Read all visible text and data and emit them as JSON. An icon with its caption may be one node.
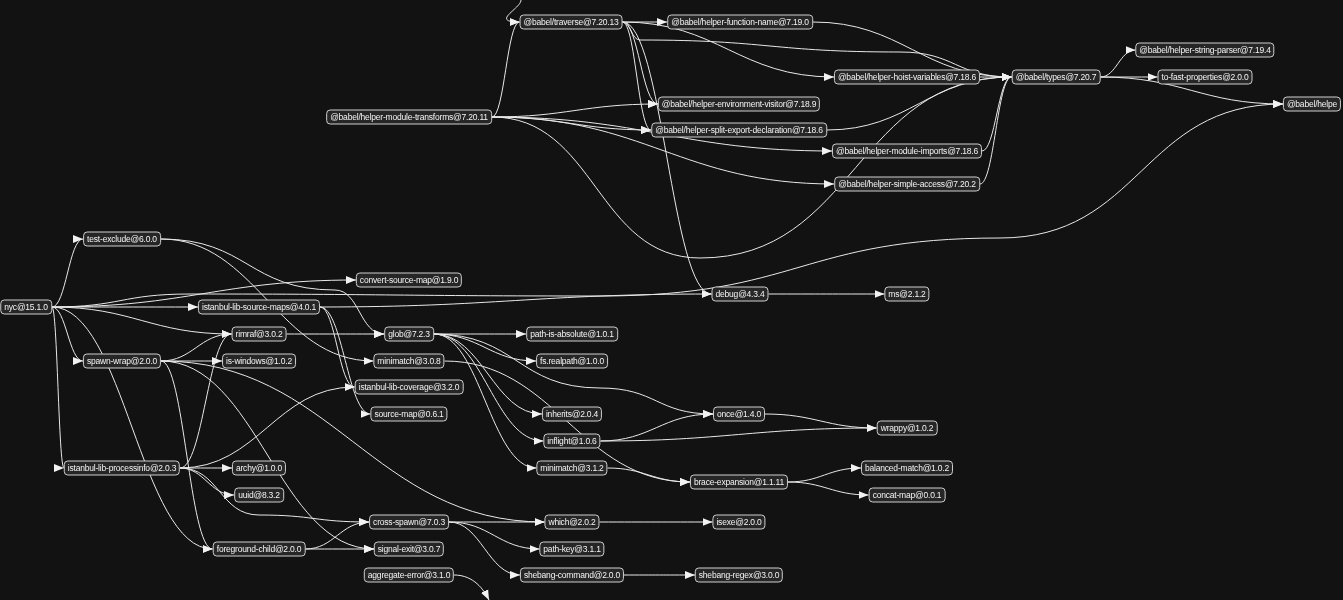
{
  "diagram": {
    "nodes": [
      {
        "text": [
          "nyc@15.1.0"
        ]
      },
      {
        "text": [
          "@babel/traverse@7.20.13"
        ]
      },
      {
        "text": [
          "@babel/helper-function-name@7.19.0"
        ]
      },
      {
        "text": [
          "@babel/helper-string-parser@7.19.4"
        ]
      },
      {
        "text": [
          "@babel/helper-hoist-variables@7.18.6"
        ]
      },
      {
        "text": [
          "@babel/types@7.20.7"
        ]
      },
      {
        "text": [
          "to-fast-properties@2.0.0"
        ]
      },
      {
        "text": [
          "@babel/helpe"
        ]
      },
      {
        "text": [
          "@babel/helper-environment-visitor@7.18.9"
        ]
      },
      {
        "text": [
          "@babel/helper-module-transforms@7.20.11"
        ]
      },
      {
        "text": [
          "@babel/helper-split-export-declaration@7.18.6"
        ]
      },
      {
        "text": [
          "@babel/helper-module-imports@7.18.6"
        ]
      },
      {
        "text": [
          "@babel/helper-simple-access@7.20.2"
        ]
      },
      {
        "text": [
          "test-exclude@6.0.0"
        ]
      },
      {
        "text": [
          "convert-source-map@1.9.0"
        ]
      },
      {
        "text": [
          "debug@4.3.4"
        ]
      },
      {
        "text": [
          "ms@2.1.2"
        ]
      },
      {
        "text": [
          "istanbul-lib-source-maps@4.0.1"
        ]
      },
      {
        "text": [
          "rimraf@3.0.2"
        ]
      },
      {
        "text": [
          "glob@7.2.3"
        ]
      },
      {
        "text": [
          "path-is-absolute@1.0.1"
        ]
      },
      {
        "text": [
          "spawn-wrap@2.0.0"
        ]
      },
      {
        "text": [
          "is-windows@1.0.2"
        ]
      },
      {
        "text": [
          "minimatch@3.0.8"
        ]
      },
      {
        "text": [
          "fs.realpath@1.0.0"
        ]
      },
      {
        "text": [
          "istanbul-lib-coverage@3.2.0"
        ]
      },
      {
        "text": [
          "source-map@0.6.1"
        ]
      },
      {
        "text": [
          "inherits@2.0.4"
        ]
      },
      {
        "text": [
          "once@1.4.0"
        ]
      },
      {
        "text": [
          "wrappy@1.0.2"
        ]
      },
      {
        "text": [
          "inflight@1.0.6"
        ]
      },
      {
        "text": [
          "istanbul-lib-processinfo@2.0.3"
        ]
      },
      {
        "text": [
          "archy@1.0.0"
        ]
      },
      {
        "text": [
          "minimatch@3.1.2"
        ]
      },
      {
        "text": [
          "balanced-match@1.0.2"
        ]
      },
      {
        "text": [
          "uuid@8.3.2"
        ]
      },
      {
        "text": [
          "brace-expansion@1.1.11"
        ]
      },
      {
        "text": [
          "concat-map@0.0.1"
        ]
      },
      {
        "text": [
          "cross-spawn@7.0.3"
        ]
      },
      {
        "text": [
          "which@2.0.2"
        ]
      },
      {
        "text": [
          "isexe@2.0.0"
        ]
      },
      {
        "text": [
          "foreground-child@2.0.0"
        ]
      },
      {
        "text": [
          "signal-exit@3.0.7"
        ]
      },
      {
        "text": [
          "path-key@3.1.1"
        ]
      },
      {
        "text": [
          "aggregate-error@3.1.0"
        ]
      },
      {
        "text": [
          "shebang-command@2.0.0"
        ]
      },
      {
        "text": [
          "shebang-regex@3.0.0"
        ]
      }
    ],
    "edges": [
      {
        "from": null,
        "to": 1,
        "arrow": "to"
      },
      {
        "from": 1,
        "to": 2,
        "arrow": "to"
      },
      {
        "from": 1,
        "to": 4,
        "arrow": "to"
      },
      {
        "from": 1,
        "to": 5,
        "arrow": "to"
      },
      {
        "from": 1,
        "to": 8,
        "arrow": "to"
      },
      {
        "from": 1,
        "to": 10,
        "arrow": "to"
      },
      {
        "from": 1,
        "to": 15,
        "arrow": "to"
      },
      {
        "from": 2,
        "to": 5,
        "arrow": "to"
      },
      {
        "from": 4,
        "to": 5,
        "arrow": "to"
      },
      {
        "from": 5,
        "to": 3,
        "arrow": "to"
      },
      {
        "from": 5,
        "to": 6,
        "arrow": "to"
      },
      {
        "from": 5,
        "to": 7,
        "arrow": "to"
      },
      {
        "from": 9,
        "to": 1,
        "arrow": "to"
      },
      {
        "from": 9,
        "to": 8,
        "arrow": "to"
      },
      {
        "from": 9,
        "to": 10,
        "arrow": "to"
      },
      {
        "from": 9,
        "to": 11,
        "arrow": "to"
      },
      {
        "from": 9,
        "to": 12,
        "arrow": "to"
      },
      {
        "from": 9,
        "to": 5,
        "arrow": "to"
      },
      {
        "from": 10,
        "to": 5,
        "arrow": "to"
      },
      {
        "from": 11,
        "to": 5,
        "arrow": "to"
      },
      {
        "from": 12,
        "to": 5,
        "arrow": "to"
      },
      {
        "from": 0,
        "to": 13,
        "arrow": "to"
      },
      {
        "from": 0,
        "to": 17,
        "arrow": "to"
      },
      {
        "from": 0,
        "to": 18,
        "arrow": "to"
      },
      {
        "from": 0,
        "to": 21,
        "arrow": "to"
      },
      {
        "from": 0,
        "to": 31,
        "arrow": "to"
      },
      {
        "from": 0,
        "to": 41,
        "arrow": "to"
      },
      {
        "from": 0,
        "to": 14,
        "arrow": "to"
      },
      {
        "from": 0,
        "to": 7,
        "arrow": "to"
      },
      {
        "from": 13,
        "to": 19,
        "arrow": "to"
      },
      {
        "from": 13,
        "to": 23,
        "arrow": "to"
      },
      {
        "from": 17,
        "to": 15,
        "arrow": "to"
      },
      {
        "from": 17,
        "to": 26,
        "arrow": "to"
      },
      {
        "from": 17,
        "to": 25,
        "arrow": "to"
      },
      {
        "from": 15,
        "to": 16,
        "arrow": "to"
      },
      {
        "from": 18,
        "to": 19,
        "arrow": "to"
      },
      {
        "from": 19,
        "to": 20,
        "arrow": "to"
      },
      {
        "from": 19,
        "to": 24,
        "arrow": "to"
      },
      {
        "from": 19,
        "to": 27,
        "arrow": "to"
      },
      {
        "from": 19,
        "to": 30,
        "arrow": "to"
      },
      {
        "from": 19,
        "to": 28,
        "arrow": "to"
      },
      {
        "from": 19,
        "to": 33,
        "arrow": "to"
      },
      {
        "from": 23,
        "to": 36,
        "arrow": "to"
      },
      {
        "from": 33,
        "to": 36,
        "arrow": "to"
      },
      {
        "from": 30,
        "to": 28,
        "arrow": "to"
      },
      {
        "from": 30,
        "to": 29,
        "arrow": "to"
      },
      {
        "from": 28,
        "to": 29,
        "arrow": "to"
      },
      {
        "from": 36,
        "to": 34,
        "arrow": "to"
      },
      {
        "from": 36,
        "to": 37,
        "arrow": "to"
      },
      {
        "from": 21,
        "to": 18,
        "arrow": "to"
      },
      {
        "from": 21,
        "to": 22,
        "arrow": "to"
      },
      {
        "from": 21,
        "to": 39,
        "arrow": "to"
      },
      {
        "from": 21,
        "to": 41,
        "arrow": "to"
      },
      {
        "from": 21,
        "to": 42,
        "arrow": "to"
      },
      {
        "from": 31,
        "to": 32,
        "arrow": "to"
      },
      {
        "from": 31,
        "to": 35,
        "arrow": "to"
      },
      {
        "from": 31,
        "to": 38,
        "arrow": "to"
      },
      {
        "from": 31,
        "to": 25,
        "arrow": "to"
      },
      {
        "from": 31,
        "to": 18,
        "arrow": "to"
      },
      {
        "from": 38,
        "to": 39,
        "arrow": "to"
      },
      {
        "from": 38,
        "to": 43,
        "arrow": "to"
      },
      {
        "from": 38,
        "to": 45,
        "arrow": "to"
      },
      {
        "from": 39,
        "to": 40,
        "arrow": "to"
      },
      {
        "from": 45,
        "to": 46,
        "arrow": "to"
      },
      {
        "from": 41,
        "to": 38,
        "arrow": "to"
      },
      {
        "from": 41,
        "to": 42,
        "arrow": "to"
      },
      {
        "from": 44,
        "to": null,
        "arrow": "to"
      }
    ]
  }
}
